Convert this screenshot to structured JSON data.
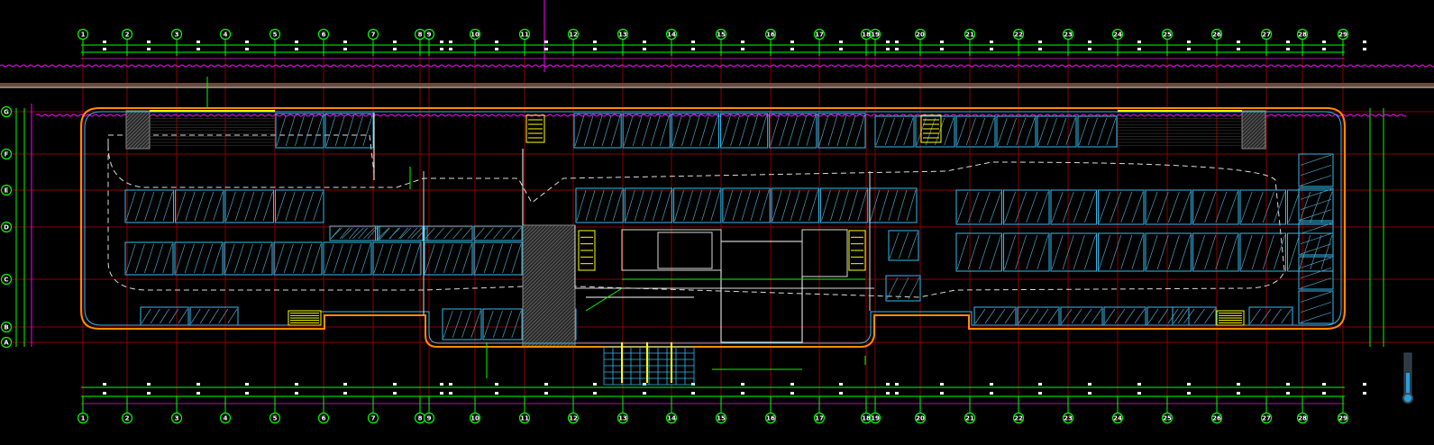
{
  "drawing": {
    "type": "floor-plan",
    "column_axes": [
      "1",
      "2",
      "3",
      "4",
      "5",
      "6",
      "7",
      "8",
      "9",
      "10",
      "11",
      "12",
      "13",
      "14",
      "15",
      "16",
      "17",
      "18",
      "19",
      "20",
      "21",
      "22",
      "23",
      "24",
      "25",
      "26",
      "27",
      "28",
      "29"
    ],
    "row_axes": [
      "G",
      "F",
      "E",
      "D",
      "C",
      "B",
      "A"
    ]
  },
  "colors": {
    "background": "#000000",
    "grid_axis": "#8b0000",
    "dimension": "#00ff00",
    "boundary": "#ff00ff",
    "wall": "#ff8c00",
    "parking": "#33bbee",
    "stair": "#ffff00",
    "core": "#ffffff"
  },
  "zoom_slider": {
    "level_percent": 60
  }
}
